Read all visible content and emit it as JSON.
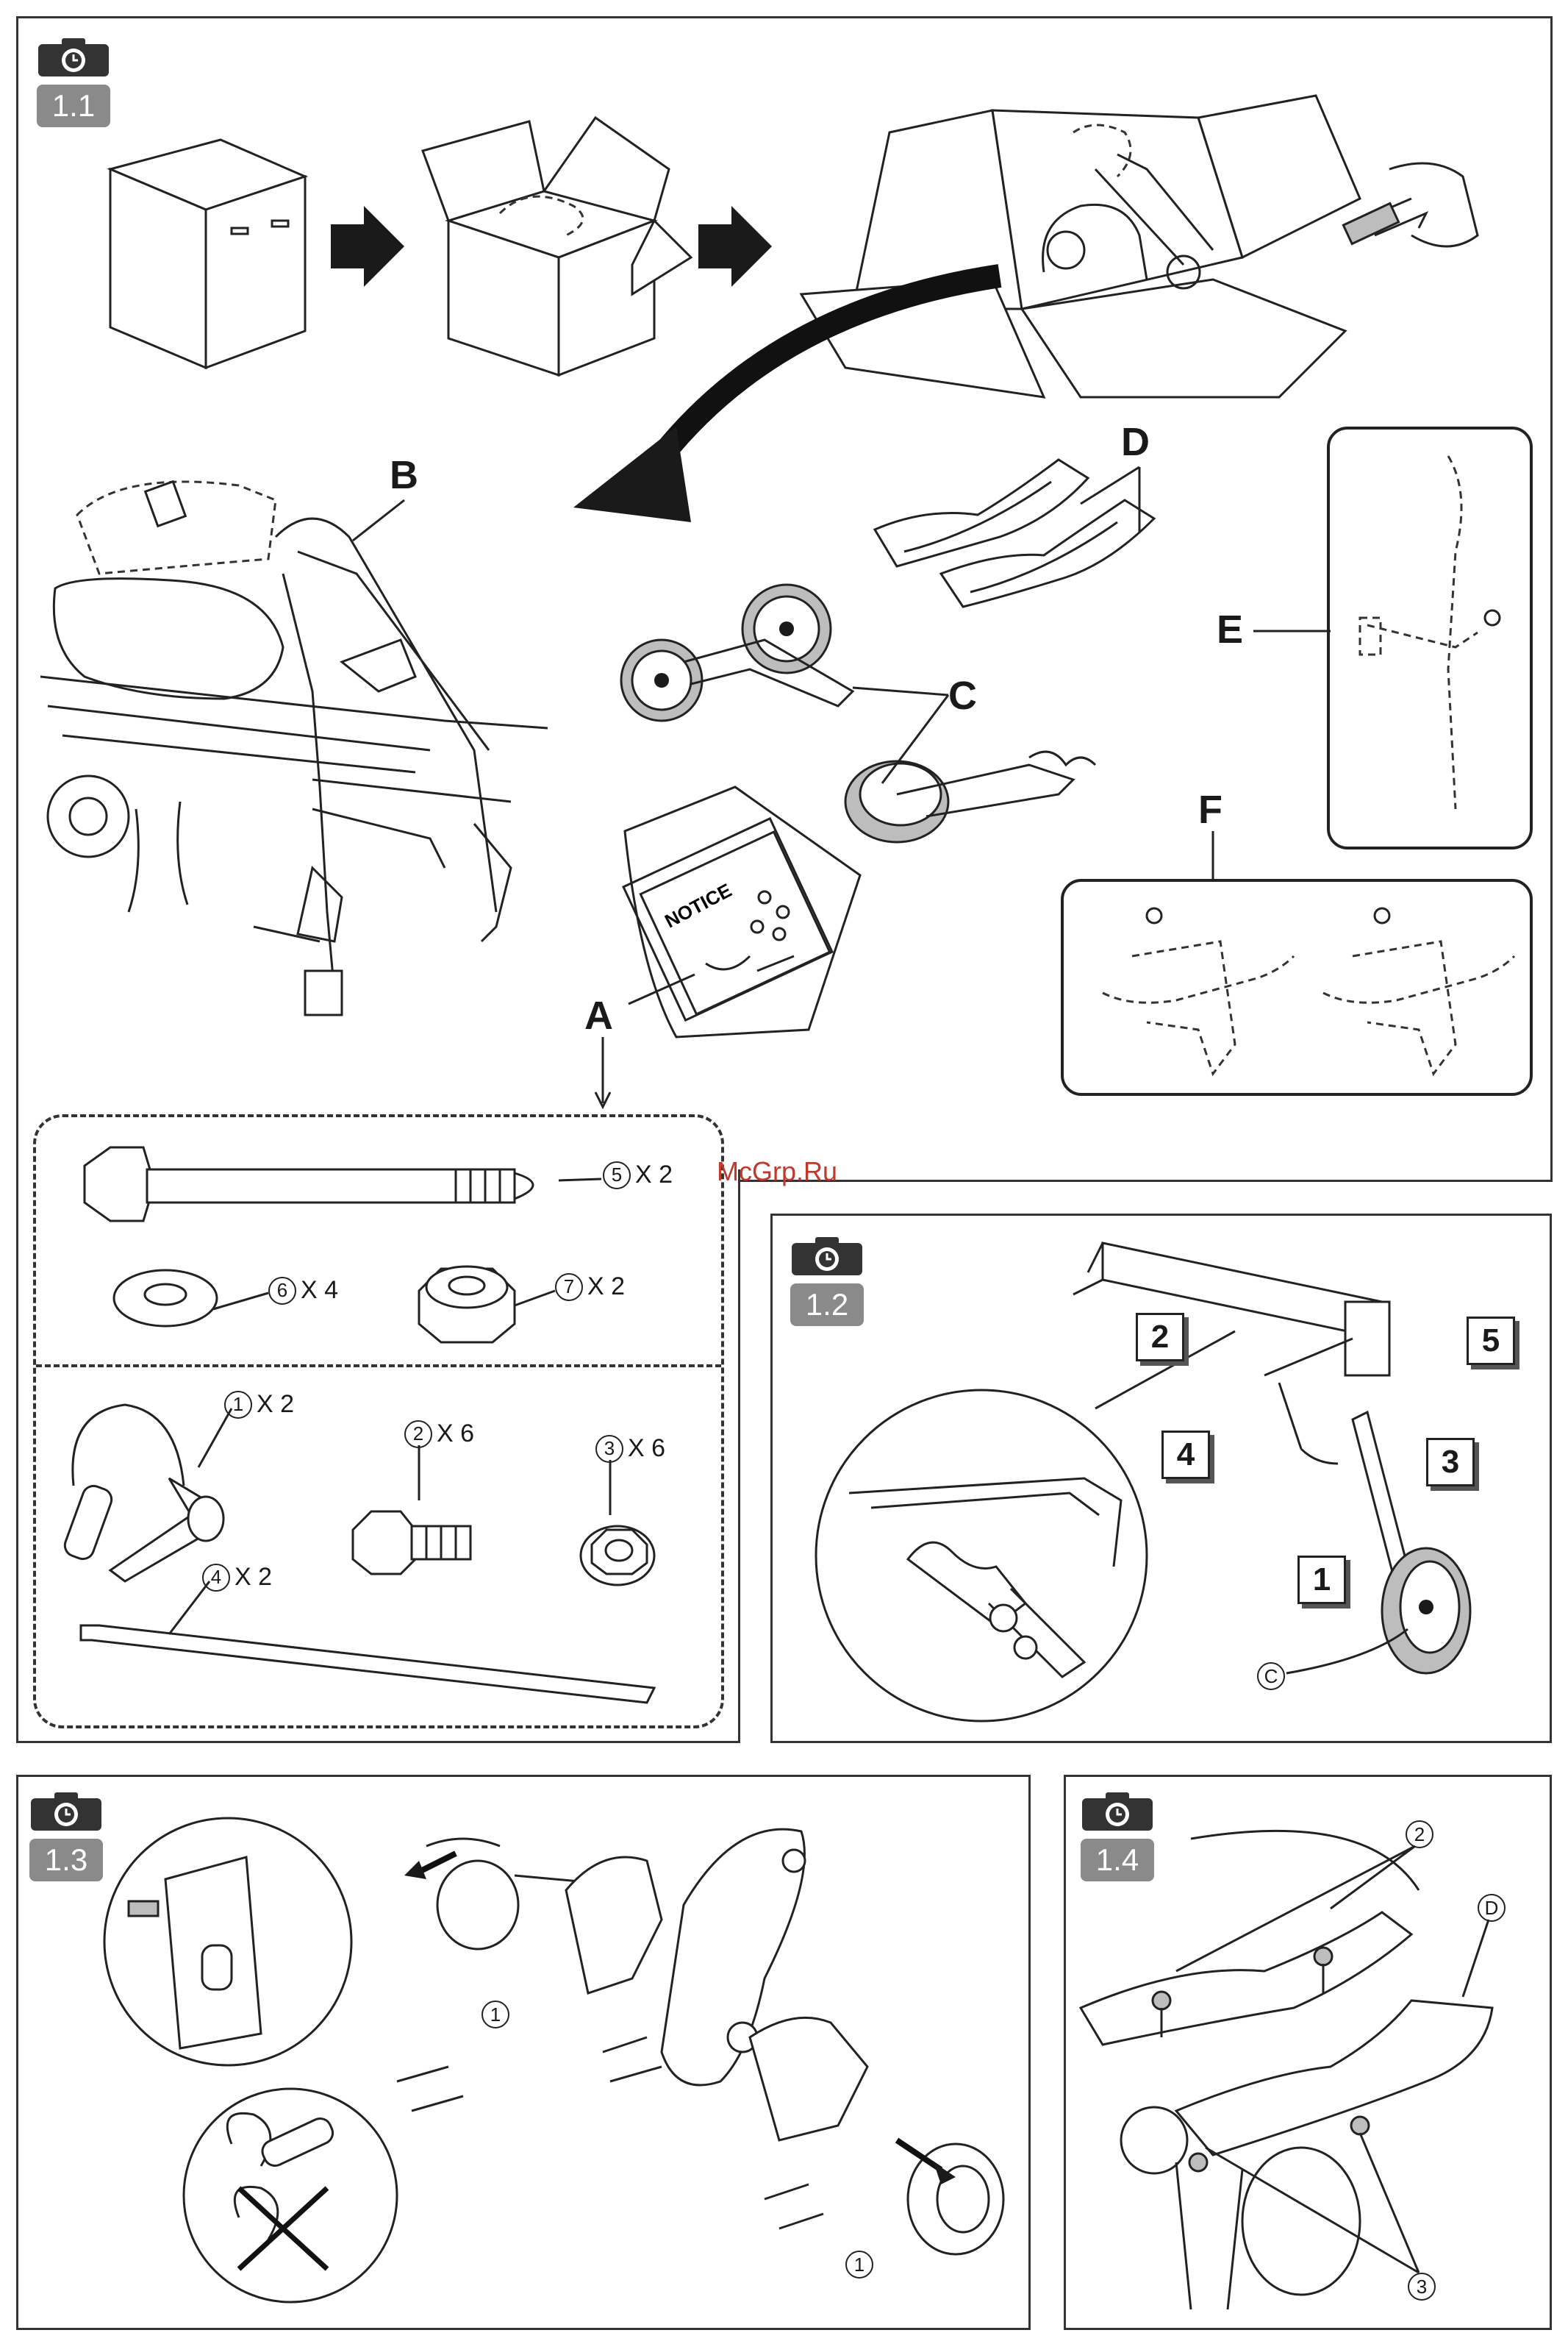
{
  "sections": {
    "s1_1": {
      "label": "1.1"
    },
    "s1_2": {
      "label": "1.2"
    },
    "s1_3": {
      "label": "1.3"
    },
    "s1_4": {
      "label": "1.4"
    }
  },
  "parts": {
    "A": "A",
    "B": "B",
    "C": "C",
    "D": "D",
    "E": "E",
    "F": "F"
  },
  "notice_text": "NOTICE",
  "hardware": [
    {
      "num": "5",
      "qty": "X 2"
    },
    {
      "num": "6",
      "qty": "X 4"
    },
    {
      "num": "7",
      "qty": "X 2"
    },
    {
      "num": "1",
      "qty": "X 2"
    },
    {
      "num": "2",
      "qty": "X 6"
    },
    {
      "num": "3",
      "qty": "X 6"
    },
    {
      "num": "4",
      "qty": "X 2"
    }
  ],
  "steps_1_2": [
    "1",
    "2",
    "3",
    "4",
    "5"
  ],
  "callouts": {
    "c_1_2": "C",
    "one_a": "1",
    "one_b": "1",
    "two": "2",
    "three": "3",
    "d_1_4": "D"
  },
  "watermark": "McGrp.Ru",
  "icons": [
    "camera-icon",
    "arrow-right-icon",
    "curved-arrow-icon"
  ]
}
